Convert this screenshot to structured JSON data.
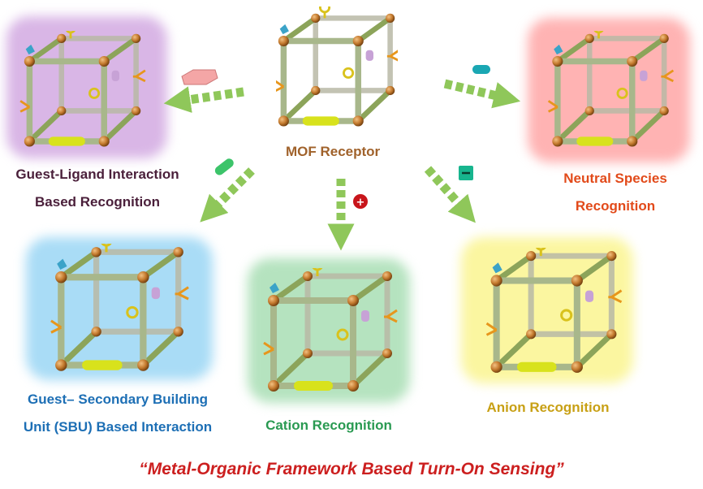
{
  "colors": {
    "arrow": "#8fc75a",
    "center_label": "#a0622b",
    "guest_ligand": "#4a1f3a",
    "neutral": "#e24a1a",
    "sbu": "#1d6fb5",
    "cation": "#2a9a52",
    "anion": "#c8a015",
    "footer": "#cc1f1f",
    "glow_purple": "#d9b6e6",
    "glow_red": "#ffb3b3",
    "glow_blue": "#a9dcf6",
    "glow_green": "#b5e3bf",
    "glow_yellow": "#fbf6a0"
  },
  "center": {
    "label": "MOF Receptor"
  },
  "panels": {
    "guest_ligand": {
      "line1": "Guest-Ligand Interaction",
      "line2": "Based Recognition"
    },
    "neutral": {
      "line1": "Neutral Species",
      "line2": "Recognition"
    },
    "sbu": {
      "line1": "Guest– Secondary Building",
      "line2": "Unit (SBU) Based Interaction"
    },
    "cation": {
      "label": "Cation Recognition"
    },
    "anion": {
      "label": "Anion Recognition"
    }
  },
  "footer": "“Metal-Organic Framework Based Turn-On Sensing”"
}
